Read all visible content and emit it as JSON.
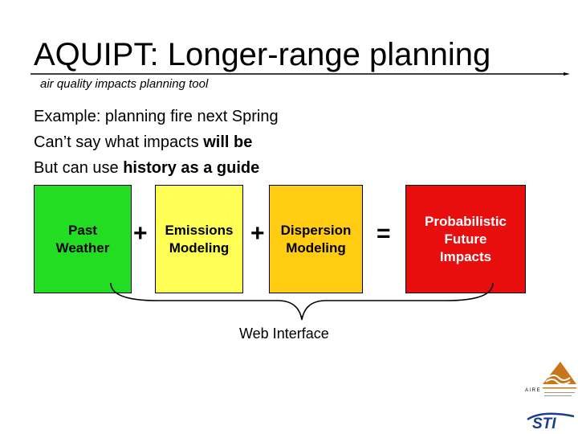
{
  "slide": {
    "title": "AQUIPT:  Longer-range planning",
    "subtitle": "air quality impacts planning tool",
    "lines": [
      {
        "normal": "Example:  planning fire next Spring",
        "bold": ""
      },
      {
        "normal": "Can’t say what impacts ",
        "bold": "will be"
      },
      {
        "normal": "But can use ",
        "bold": "history as a guide"
      }
    ]
  },
  "flow": {
    "boxes": [
      {
        "line1": "Past",
        "line2": "Weather",
        "line3": "",
        "color": "#22dd22"
      },
      {
        "line1": "Emissions",
        "line2": "Modeling",
        "line3": "",
        "color": "#ffff55"
      },
      {
        "line1": "Dispersion",
        "line2": "Modeling",
        "line3": "",
        "color": "#ffcc11"
      },
      {
        "line1": "Probabilistic",
        "line2": "Future",
        "line3": "Impacts",
        "color": "#e80e0e"
      }
    ],
    "operators": [
      "+",
      "+",
      "="
    ],
    "brace_label": "Web Interface"
  },
  "logos": {
    "aire_letters": "A I R E",
    "aire_icon": "aire-logo-icon",
    "sti_text": "STI"
  }
}
